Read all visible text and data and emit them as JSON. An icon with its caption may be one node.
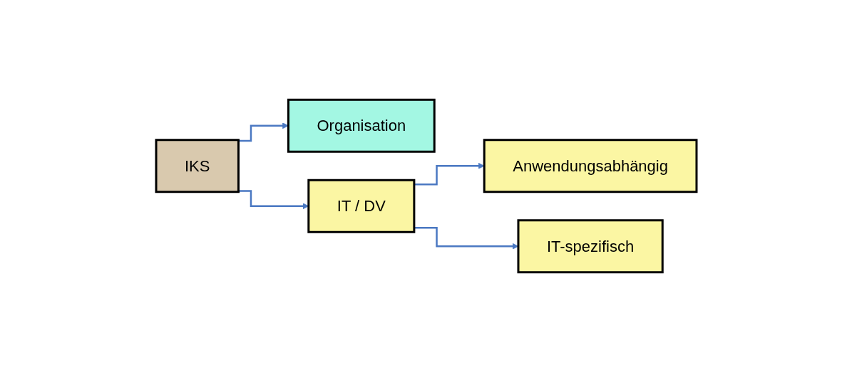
{
  "diagram": {
    "nodes": [
      {
        "text": [
          "IKS"
        ]
      },
      {
        "text": [
          "Organisation"
        ]
      },
      {
        "text": [
          "IT / DV"
        ]
      },
      {
        "text": [
          "Anwendungsabhängig"
        ]
      },
      {
        "text": [
          "IT-spezifisch"
        ]
      }
    ],
    "edges": [
      {
        "from": 0,
        "to": 1,
        "arrow": "to"
      },
      {
        "from": 0,
        "to": 2,
        "arrow": "to"
      },
      {
        "from": 2,
        "to": 3,
        "arrow": "to"
      },
      {
        "from": 2,
        "to": 4,
        "arrow": "to"
      }
    ]
  }
}
